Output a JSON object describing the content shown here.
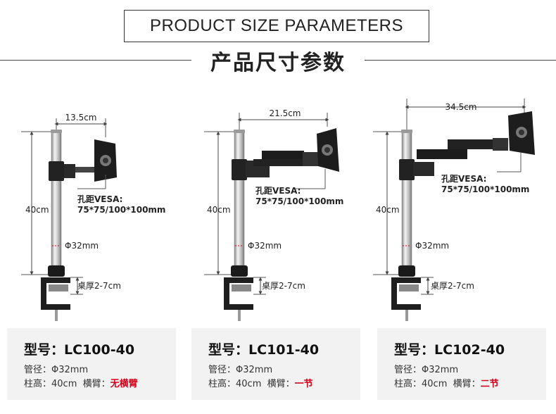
{
  "header": {
    "title_en": "PRODUCT SIZE PARAMETERS",
    "title_cn": "产品尺寸参数"
  },
  "products": [
    {
      "arm_width": "13.5cm",
      "vesa_label": "孔距VESA:",
      "vesa_value": "75*75/100*100mm",
      "height_label": "40cm",
      "diameter_label": "Φ32mm",
      "desk_label": "桌厚2-7cm",
      "model_label": "型号：",
      "model": "LC100-40",
      "pipe_label": "管径：",
      "pipe_value": "Φ32mm",
      "column_label": "柱高：",
      "column_value": "40cm",
      "arm_label": "横臂：",
      "arm_value": "无横臂"
    },
    {
      "arm_width": "21.5cm",
      "vesa_label": "孔距VESA:",
      "vesa_value": "75*75/100*100mm",
      "height_label": "40cm",
      "diameter_label": "Φ32mm",
      "desk_label": "桌厚2-7cm",
      "model_label": "型号：",
      "model": "LC101-40",
      "pipe_label": "管径：",
      "pipe_value": "Φ32mm",
      "column_label": "柱高：",
      "column_value": "40cm",
      "arm_label": "横臂：",
      "arm_value": "一节"
    },
    {
      "arm_width": "34.5cm",
      "vesa_label": "孔距VESA:",
      "vesa_value": "75*75/100*100mm",
      "height_label": "40cm",
      "diameter_label": "Φ32mm",
      "desk_label": "桌厚2-7cm",
      "model_label": "型号：",
      "model": "LC102-40",
      "pipe_label": "管径：",
      "pipe_value": "Φ32mm",
      "column_label": "柱高：",
      "column_value": "40cm",
      "arm_label": "横臂：",
      "arm_value": "二节"
    }
  ],
  "colors": {
    "accent_red": "#d0021b",
    "card_bg": "#f2f2f2"
  }
}
